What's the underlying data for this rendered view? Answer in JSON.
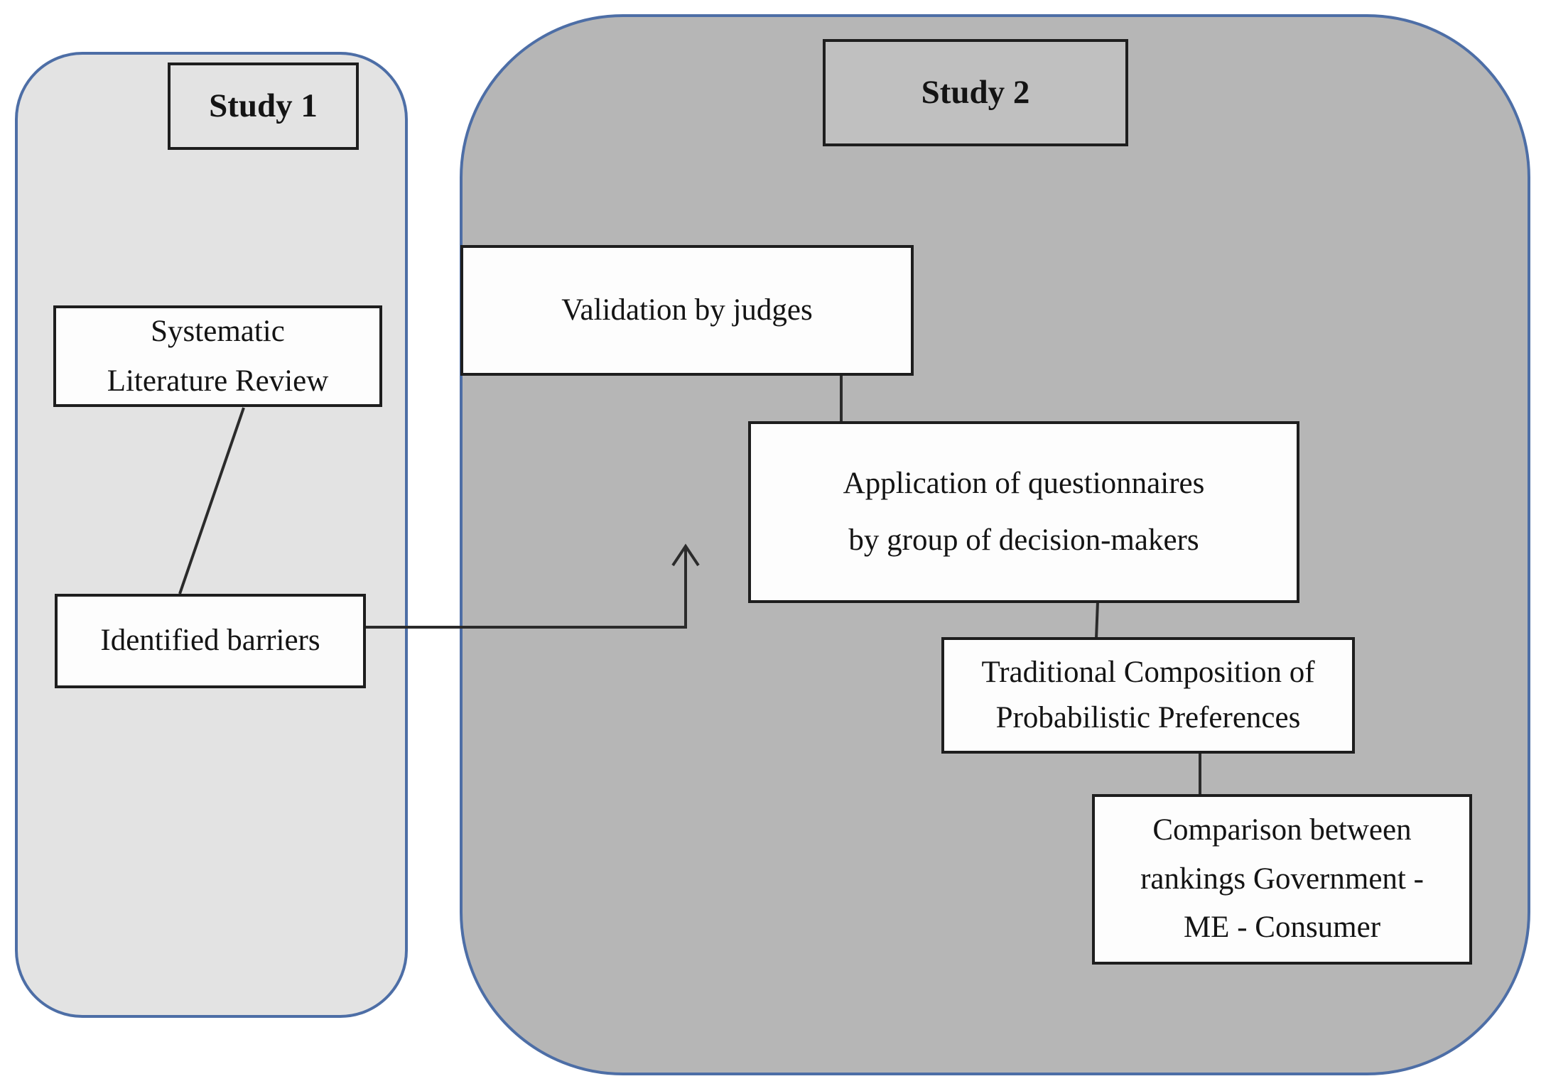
{
  "panels": {
    "study1": {
      "title": "Study 1"
    },
    "study2": {
      "title": "Study 2"
    }
  },
  "nodes": {
    "systematic_review": {
      "line1": "Systematic",
      "line2": "Literature Review"
    },
    "identified_barriers": {
      "label": "Identified barriers"
    },
    "validation": {
      "label": "Validation by judges"
    },
    "questionnaires": {
      "line1": "Application of questionnaires",
      "line2": "by group of decision-makers"
    },
    "traditional_composition": {
      "line1": "Traditional Composition of",
      "line2": "Probabilistic Preferences"
    },
    "comparison": {
      "line1": "Comparison between",
      "line2": "rankings Government -",
      "line3": "ME - Consumer"
    }
  },
  "edges": [
    {
      "from": "systematic_review",
      "to": "identified_barriers",
      "style": "plain-line"
    },
    {
      "from": "identified_barriers",
      "to": "study2-panel",
      "style": "elbow-arrow-up"
    },
    {
      "from": "validation",
      "to": "questionnaires",
      "style": "plain-line"
    },
    {
      "from": "questionnaires",
      "to": "traditional_composition",
      "style": "plain-line"
    },
    {
      "from": "traditional_composition",
      "to": "comparison",
      "style": "plain-line"
    }
  ],
  "colors": {
    "page_bg": "#ffffff",
    "study1_panel_fill": "#e3e3e3",
    "study2_panel_fill": "#b6b6b6",
    "panel_border": "#4d6ea6",
    "node_fill": "#fdfdfd",
    "node_border": "#1e1e1e",
    "study2_title_fill": "#c0c0c0",
    "connector": "#2b2b2b",
    "text": "#141414"
  }
}
